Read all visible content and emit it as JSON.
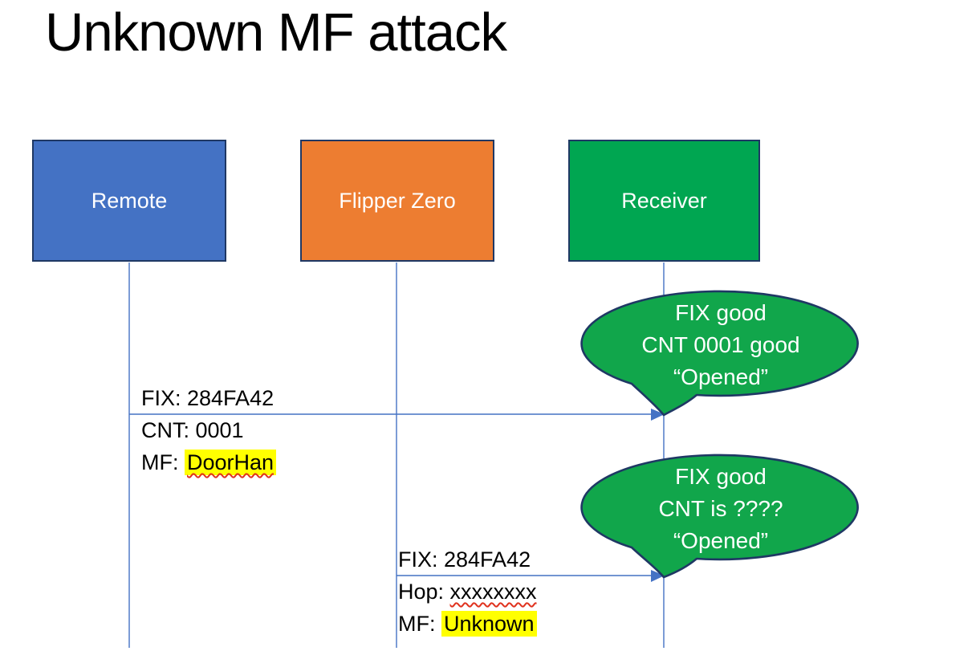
{
  "title": "Unknown MF attack",
  "actors": [
    {
      "id": "remote",
      "label": "Remote",
      "fill": "#4472C4"
    },
    {
      "id": "flipper-zero",
      "label": "Flipper Zero",
      "fill": "#ED7D31"
    },
    {
      "id": "receiver",
      "label": "Receiver",
      "fill": "#00A651"
    }
  ],
  "messages": [
    {
      "from": "remote",
      "to": "receiver",
      "row1": "FIX: 284FA42",
      "row2": "CNT: 0001",
      "row3_prefix": "MF: ",
      "row3_term": "DoorHan"
    },
    {
      "from": "flipper-zero",
      "to": "receiver",
      "row1": "FIX: 284FA42",
      "row2_prefix": "Hop: ",
      "row2_term": "xxxxxxxx",
      "row3_prefix": "MF: ",
      "row3_term": "Unknown"
    }
  ],
  "bubbles": [
    {
      "line1": "FIX good",
      "line2": "CNT 0001 good",
      "line3": "“Opened”"
    },
    {
      "line1": "FIX good",
      "line2": "CNT is ????",
      "line3": "“Opened”"
    }
  ],
  "colors": {
    "remote_fill": "#4472C4",
    "flipper_fill": "#ED7D31",
    "receiver_fill": "#00A651",
    "bubble_fill": "#11A64B",
    "shape_border": "#1F3864",
    "line_blue": "#4472C4",
    "highlight_yellow": "#FFFF00",
    "squiggle_red": "#E0321E",
    "text_black": "#000000",
    "text_white": "#FFFFFF"
  }
}
